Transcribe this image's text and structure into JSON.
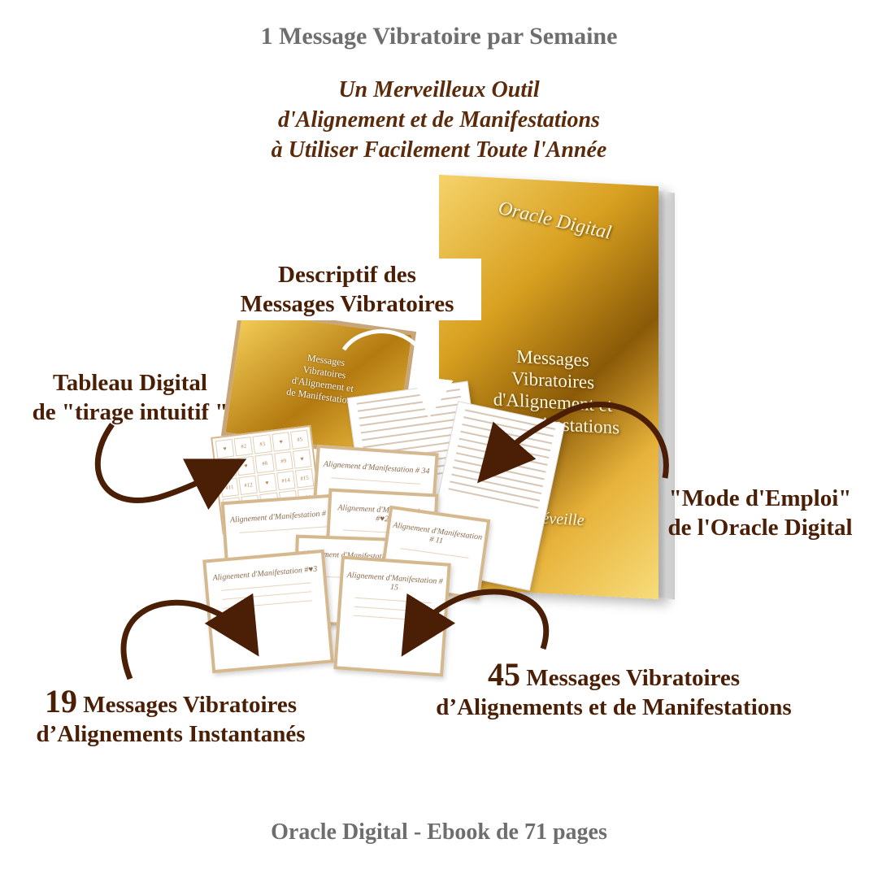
{
  "header": {
    "title": "1 Message Vibratoire par Semaine",
    "subtitle_lines": [
      "Un Merveilleux Outil",
      "d'Alignement et de Manifestations",
      "à Utiliser Facilement Toute l'Année"
    ]
  },
  "book": {
    "brand": "Oracle Digital",
    "title_lines": [
      "Messages",
      "Vibratoires",
      "d'Alignement et",
      "de Manifestations"
    ],
    "tagline": "le s'éveille"
  },
  "small_book": {
    "title_lines": [
      "Messages",
      "Vibratoires",
      "d'Alignement et",
      "de Manifestations"
    ]
  },
  "callouts": {
    "descriptif": [
      "Descriptif des",
      "Messages Vibratoires"
    ],
    "tableau": [
      "Tableau Digital",
      "de \"tirage intuitif \""
    ],
    "mode_emploi": [
      "\"Mode d'Emploi\"",
      "de l'Oracle Digital"
    ],
    "instantanes": {
      "number": "19",
      "line1": " Messages Vibratoires",
      "line2": "d’Alignements Instantanés"
    },
    "alignements": {
      "number": "45",
      "line1": " Messages Vibratoires",
      "line2": "d’Alignements et de Manifestations"
    }
  },
  "cards": [
    "Alignement d'Manifestation # 34",
    "Alignement d'Manifestation # 18",
    "Alignement d'Manifestation #♥2",
    "Alignement d'Manifestation # 34",
    "Alignement d'Manifestation # 11",
    "Alignement d'Manifestation #♥3",
    "Alignement d'Manifestation # 15"
  ],
  "footer": "Oracle Digital - Ebook de 71 pages",
  "colors": {
    "brown": "#4a1f06",
    "grey": "#6e6e6e",
    "gold": "#d8a020",
    "card_border": "#d6b88f"
  }
}
